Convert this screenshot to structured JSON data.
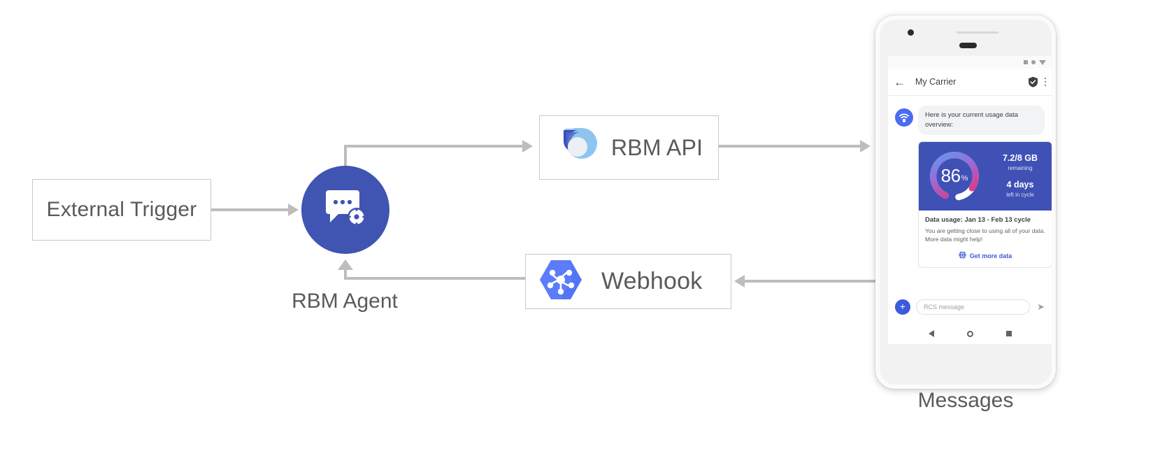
{
  "diagram": {
    "external_trigger": {
      "label": "External Trigger"
    },
    "rbm_agent": {
      "label": "RBM Agent",
      "icon": "chat-bubble-gear-icon"
    },
    "rbm_api": {
      "label": "RBM API",
      "icon": "rbm-droplet-icon"
    },
    "webhook": {
      "label": "Webhook",
      "icon": "webhook-hexagon-nodes-icon"
    },
    "phone_label": "Messages",
    "colors": {
      "agent_circle": "#4054b2",
      "webhook_hex": "#5c7cfa",
      "connector": "#bdbdbd",
      "box_border": "#c9c9c9",
      "label_text": "#5a5a5a"
    }
  },
  "phone": {
    "statusbar": {
      "icons": [
        "signal-square-icon",
        "wifi-dot-icon",
        "battery-triangle-icon"
      ]
    },
    "appbar": {
      "back_icon": "←",
      "title": "My Carrier",
      "verified_icon": "verified-shield-icon",
      "overflow_icon": "more-vertical-icon"
    },
    "conversation": {
      "avatar_icon": "carrier-wifi-avatar-icon",
      "message_text": "Here is your current usage data overview:"
    },
    "rich_card": {
      "gauge": {
        "value": "86",
        "unit": "%",
        "percent": 86
      },
      "stats": [
        {
          "value": "7.2/8 GB",
          "caption": "remaining"
        },
        {
          "value": "4 days",
          "caption": "left in cycle"
        }
      ],
      "title": "Data usage: Jan 13 - Feb 13 cycle",
      "description": "You are getting close to using all of your data. More data might help!",
      "action": {
        "icon": "globe-icon",
        "label": "Get more data"
      },
      "hero_bg": "#3f51b5"
    },
    "compose": {
      "plus_icon": "+",
      "placeholder": "RCS message",
      "send_icon": "➤"
    },
    "navbar": {
      "back": "nav-back-icon",
      "home": "nav-home-icon",
      "recents": "nav-recents-icon"
    }
  }
}
